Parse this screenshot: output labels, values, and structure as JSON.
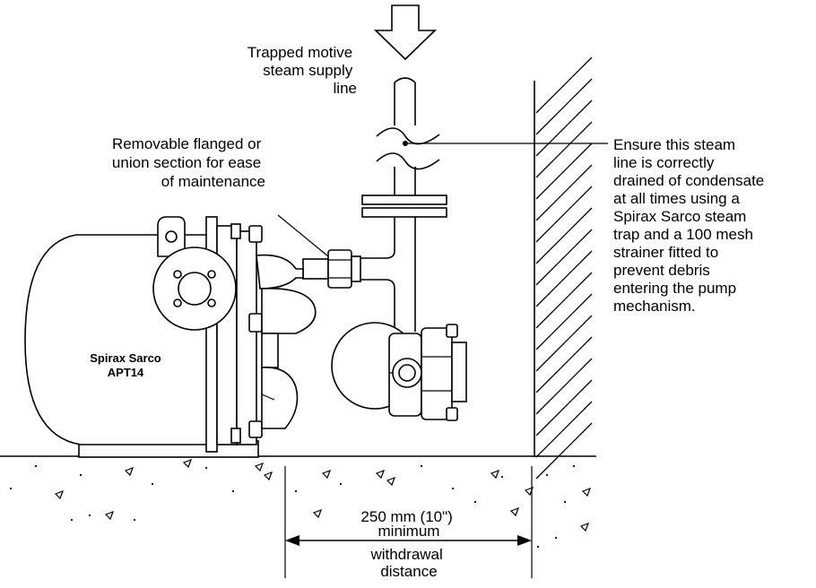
{
  "labels": {
    "supply_line": [
      "Trapped motive",
      "steam supply",
      "line"
    ],
    "flange_note": [
      "Removable flanged or",
      "union section for ease",
      "of maintenance"
    ],
    "drain_note": [
      "Ensure this steam",
      "line is correctly",
      "drained of condensate",
      "at all times using a",
      "Spirax Sarco steam",
      "trap and a 100 mesh",
      "strainer fitted to",
      "prevent debris",
      "entering the pump",
      "mechanism."
    ],
    "pump_brand": "Spirax Sarco",
    "pump_model": "APT14",
    "dimension": [
      "250 mm (10\")",
      "minimum"
    ],
    "withdrawal": [
      "withdrawal",
      "distance"
    ]
  }
}
